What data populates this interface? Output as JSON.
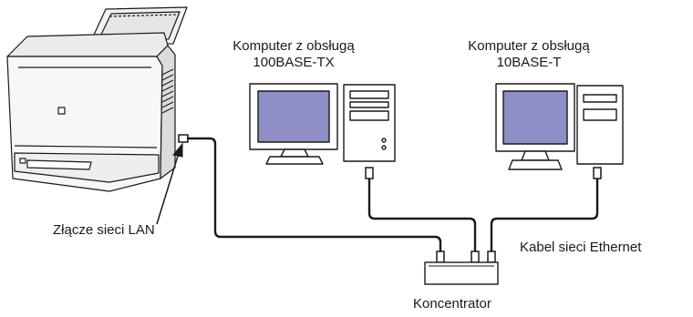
{
  "labels": {
    "computer_100": [
      "Komputer z obsługą",
      "100BASE-TX"
    ],
    "computer_10": [
      "Komputer z obsługą",
      "10BASE-T"
    ],
    "lan_port": "Złącze sieci LAN",
    "ethernet_cable": "Kabel sieci Ethernet",
    "hub": "Koncentrator"
  },
  "colors": {
    "screen": "#8e8fc6",
    "line": "#1a1a1a",
    "device_fill": "#ffffff"
  }
}
